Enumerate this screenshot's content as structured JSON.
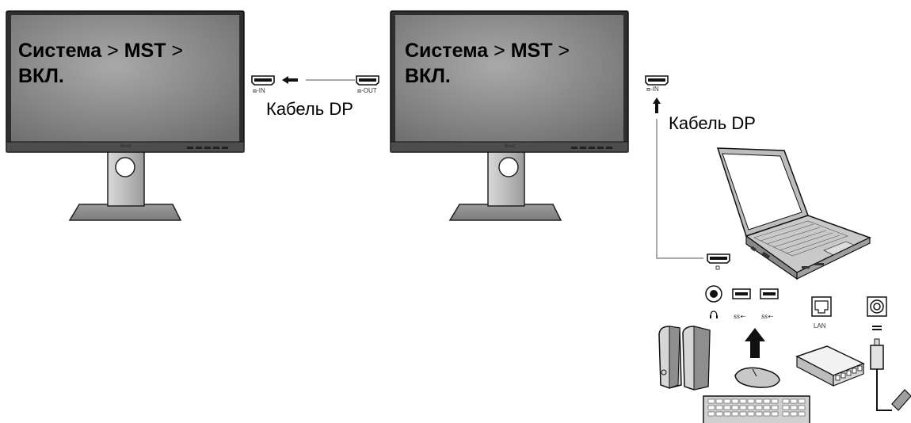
{
  "monitor1": {
    "menu_path": {
      "part1": "Система",
      "sep1": " > ",
      "part2": "MST",
      "sep2": " >",
      "line2": "ВКЛ."
    },
    "brand": "BenQ"
  },
  "monitor2": {
    "menu_path": {
      "part1": "Система",
      "sep1": " > ",
      "part2": "MST",
      "sep2": " >",
      "line2": "ВКЛ."
    },
    "brand": "BenQ"
  },
  "cable_labels": {
    "between_monitors": "Кабель DP",
    "to_laptop": "Кабель DP"
  },
  "port_labels": {
    "monitor1_in": "IN",
    "monitor2_out": "OUT",
    "monitor2_in": "IN",
    "lan": "LAN"
  },
  "icons": [
    "dp-in-port-icon",
    "dp-out-port-icon",
    "arrow-left-icon",
    "arrow-up-icon",
    "laptop-icon",
    "headphone-jack-icon",
    "usb-port-icon",
    "lan-port-icon",
    "power-port-icon",
    "speakers-icon",
    "mouse-icon",
    "keyboard-icon",
    "router-icon",
    "power-adapter-icon"
  ],
  "colors": {
    "screen_gray": "#8c8c8c",
    "bezel": "#333333",
    "cable": "#aaaaaa"
  }
}
